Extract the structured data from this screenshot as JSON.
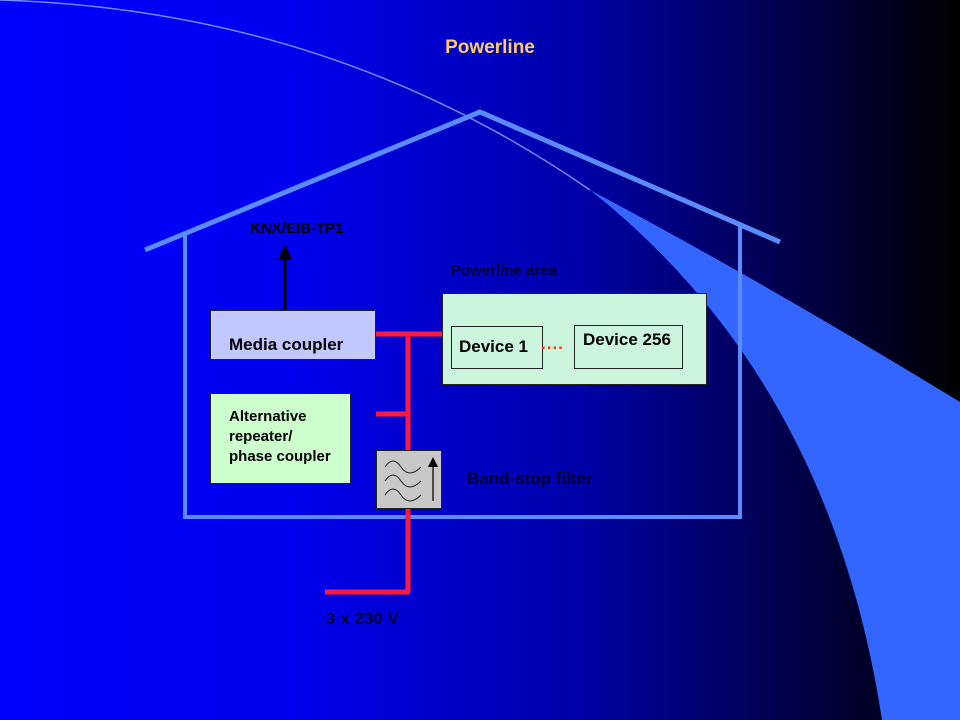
{
  "title": "Powerline",
  "colors": {
    "title": "#ffcc66",
    "house": "#5a8cff",
    "bus": "#ff1a3c",
    "swoosh": "#3366ff"
  },
  "labels": {
    "knx": "KNX/EIB-TP1",
    "powerline_area": "Powerline area",
    "media_coupler": "Media coupler",
    "device_first": "Device 1",
    "device_last": "Device 256",
    "ellipsis": "....",
    "alt_line1": "Alternative",
    "alt_line2": "repeater/",
    "alt_line3": "phase coupler",
    "band_stop": "Band-stop filter",
    "mains": "3 x 230 V"
  },
  "icons": {
    "filter": "band-stop-filter-icon",
    "arrow": "arrow-up-icon"
  }
}
